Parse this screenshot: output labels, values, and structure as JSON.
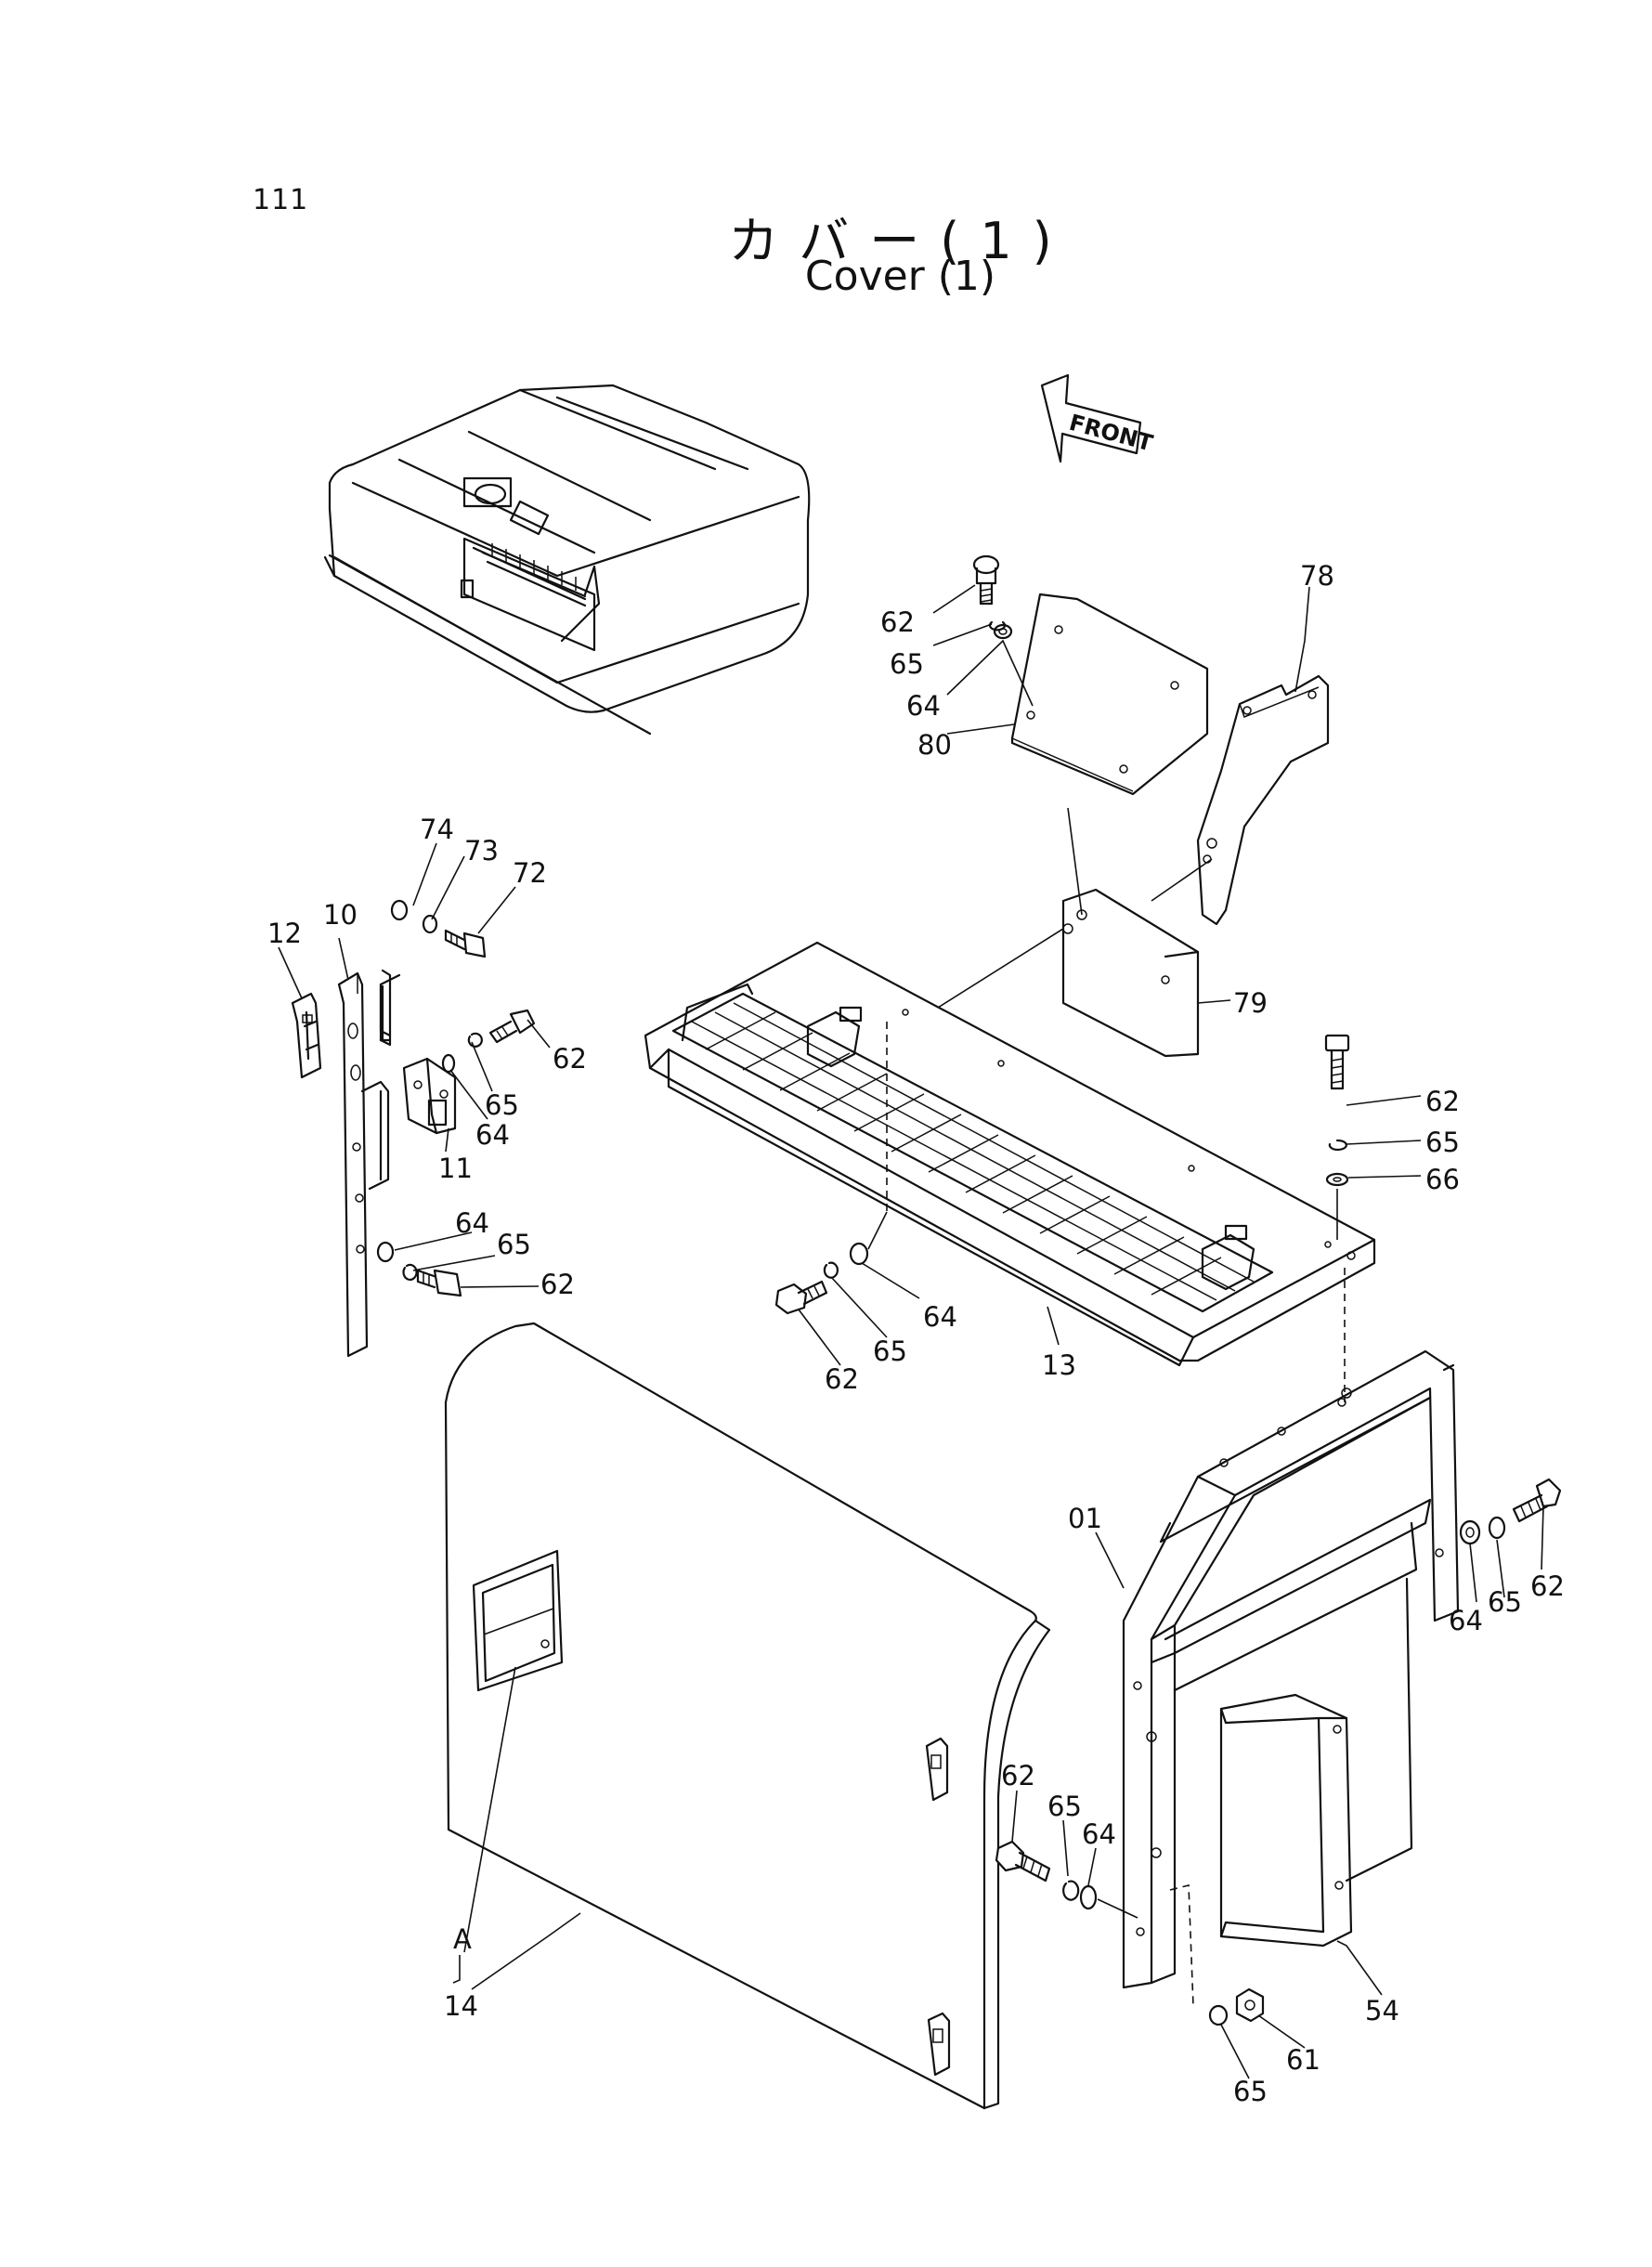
{
  "page_number": "111",
  "title_jp": "カバー(1)",
  "title_en": "Cover (1)",
  "front_label": "FRONT",
  "labels": {
    "p78": "78",
    "p62a": "62",
    "p65a": "65",
    "p64a": "64",
    "p80": "80",
    "p79": "79",
    "p74": "74",
    "p73": "73",
    "p72": "72",
    "p12": "12",
    "p10": "10",
    "p62b": "62",
    "p65b": "65",
    "p64b": "64",
    "p11": "11",
    "p64c": "64",
    "p65c": "65",
    "p62c": "62",
    "p62d": "62",
    "p65d": "65",
    "p66": "66",
    "p64d": "64",
    "p65e": "65",
    "p62e": "62",
    "p13": "13",
    "p01": "01",
    "p64e": "64",
    "p65f": "65",
    "p62f": "62",
    "p62g": "62",
    "p65g": "65",
    "p64f": "64",
    "pA": "A",
    "p14": "14",
    "p54": "54",
    "p61": "61",
    "p65h": "65"
  }
}
